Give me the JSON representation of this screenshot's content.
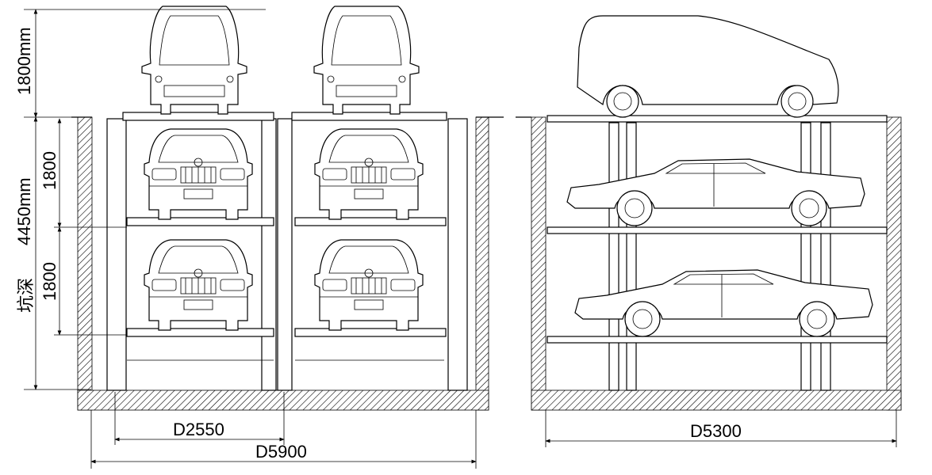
{
  "dimensions": {
    "top_clearance": "1800mm",
    "pit_depth_label": "坑深",
    "pit_depth": "4450mm",
    "level_upper": "1800",
    "level_lower": "1800",
    "unit_width": "D2550",
    "pit_width_front": "D5900",
    "pit_length_side": "D5300"
  }
}
